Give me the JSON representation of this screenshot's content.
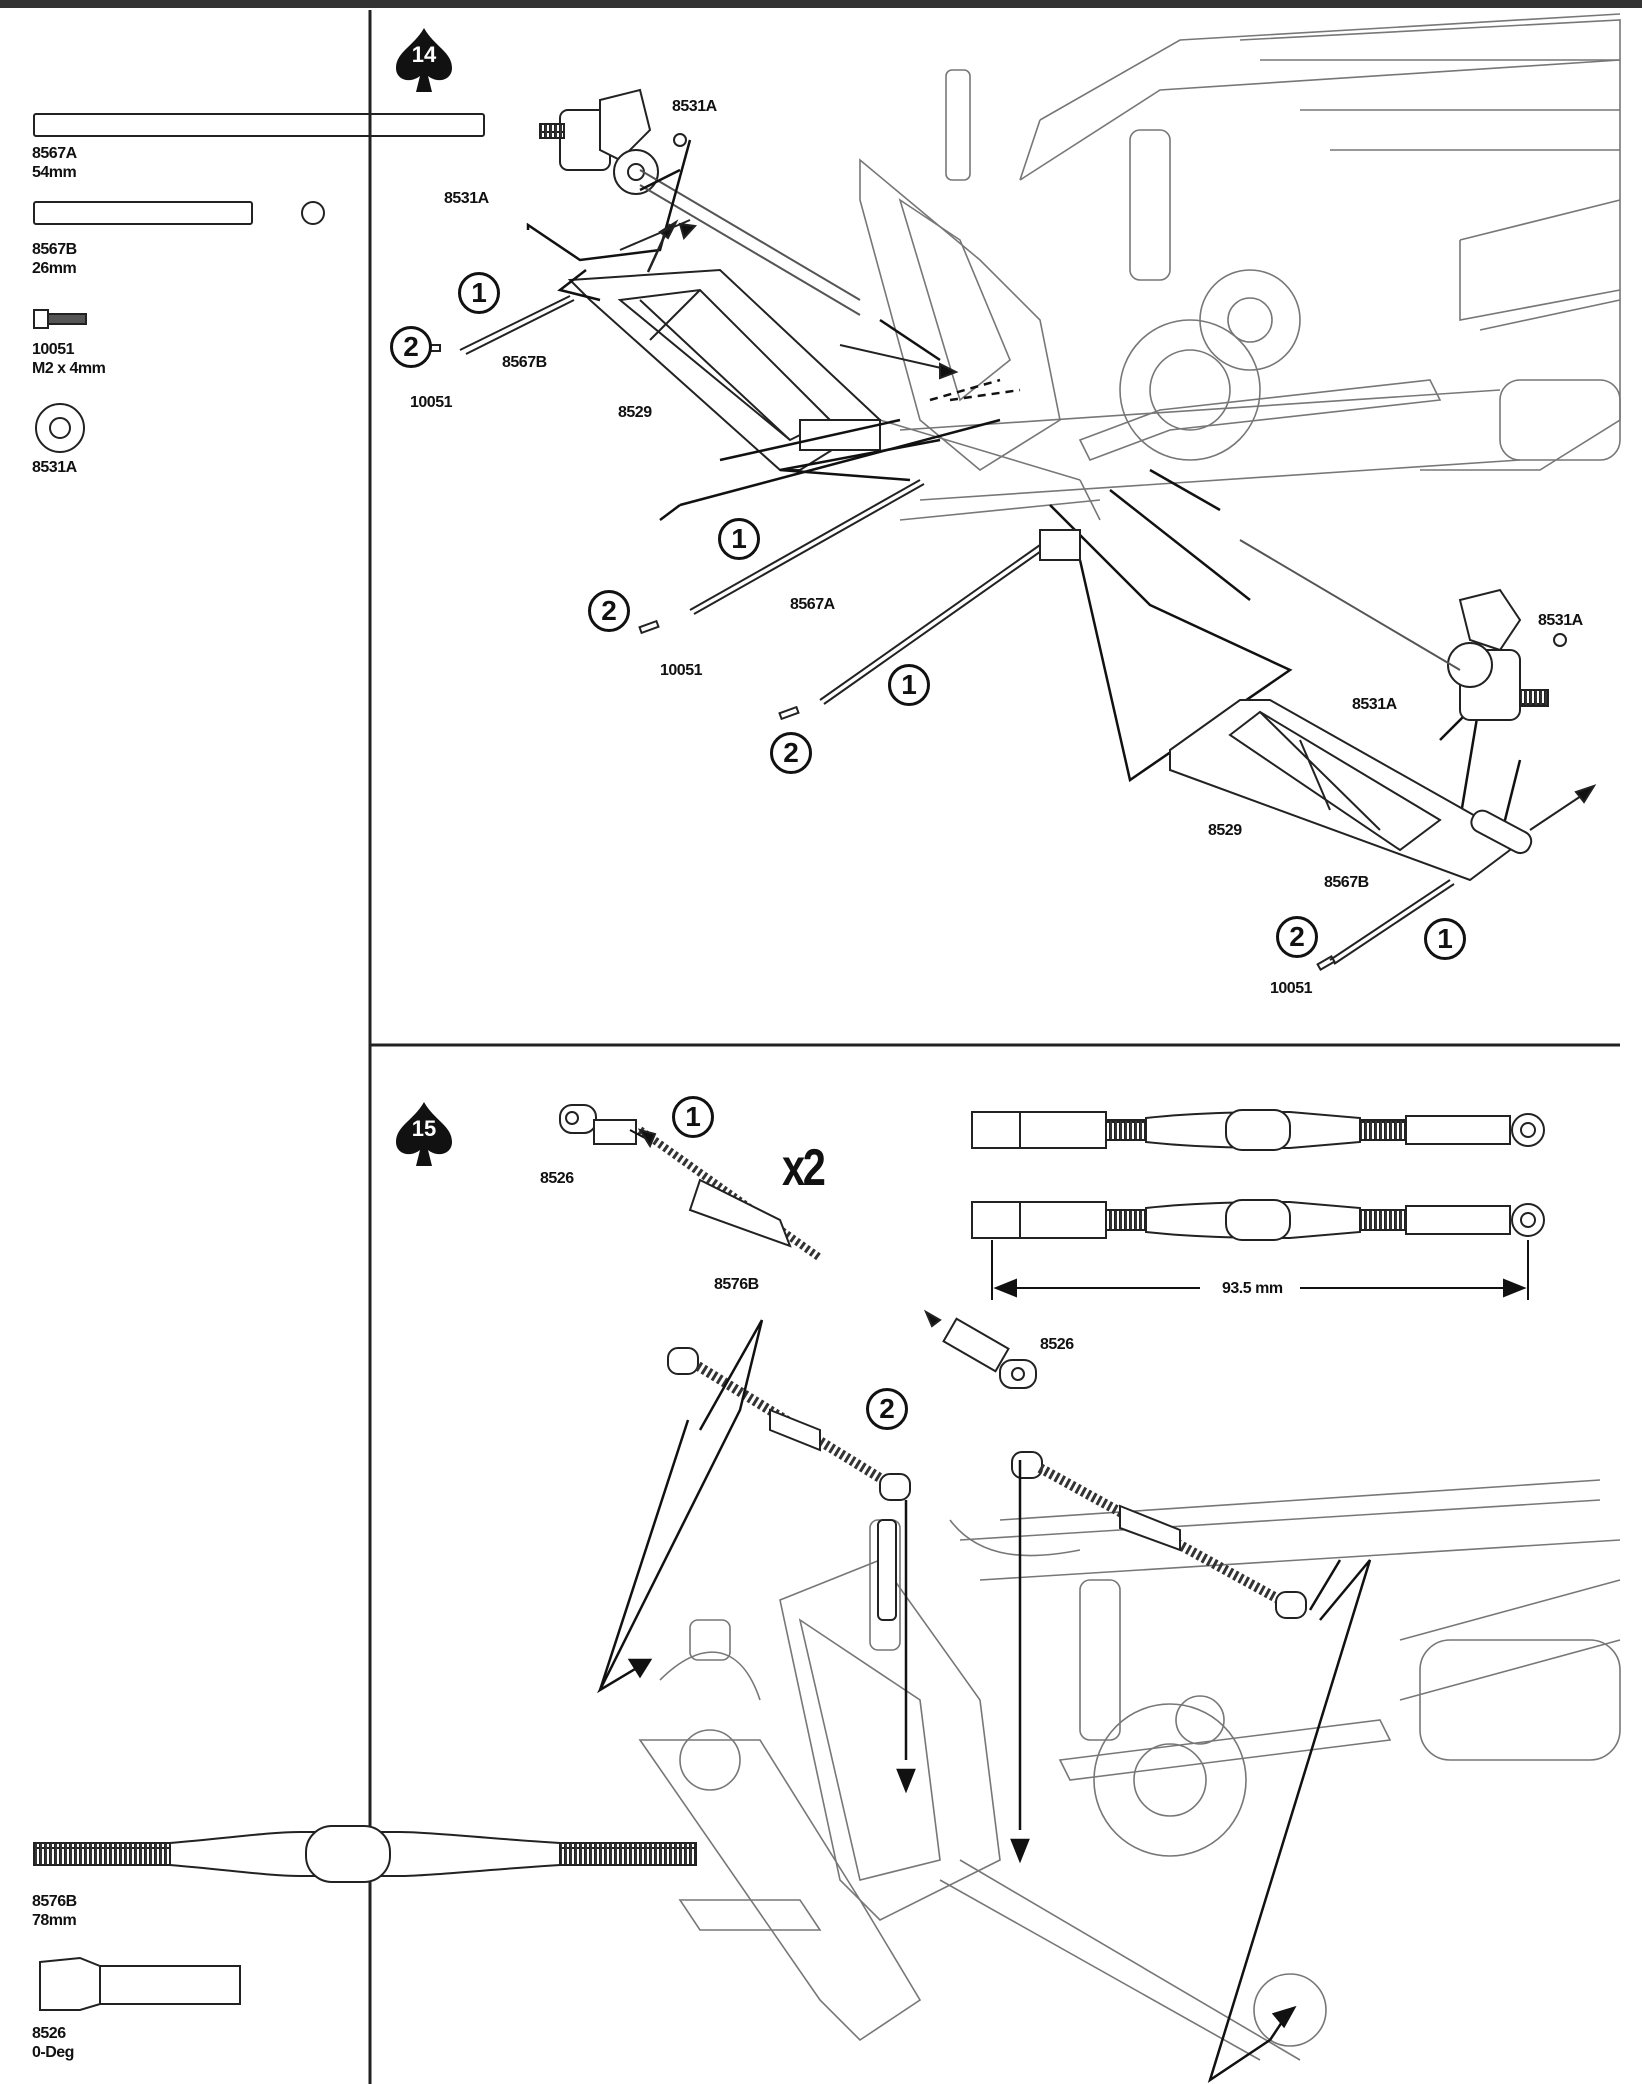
{
  "steps": [
    {
      "number": "14"
    },
    {
      "number": "15"
    }
  ],
  "parts_sidebar": [
    {
      "code": "8567A",
      "desc": "54mm"
    },
    {
      "code": "8567B",
      "desc": "26mm"
    },
    {
      "code": "10051",
      "desc": "M2 x 4mm"
    },
    {
      "code": "8531A",
      "desc": ""
    },
    {
      "code": "8576B",
      "desc": "78mm"
    },
    {
      "code": "8526",
      "desc": "0-Deg"
    }
  ],
  "step14_labels": {
    "washer_top_right": "8531A",
    "washer_top_left": "8531A",
    "pin_short_top": "8567B",
    "screw_top": "10051",
    "arm_top": "8529",
    "pin_long": "8567A",
    "screw_mid": "10051",
    "washer_right_top": "8531A",
    "washer_right_mid": "8531A",
    "arm_right": "8529",
    "pin_short_right": "8567B",
    "screw_right": "10051"
  },
  "step15_labels": {
    "rod_end_left": "8526",
    "quantity": "x2",
    "turnbuckle": "8576B",
    "rod_end_right": "8526",
    "dimension": "93.5 mm"
  },
  "callouts": [
    "1",
    "2"
  ]
}
